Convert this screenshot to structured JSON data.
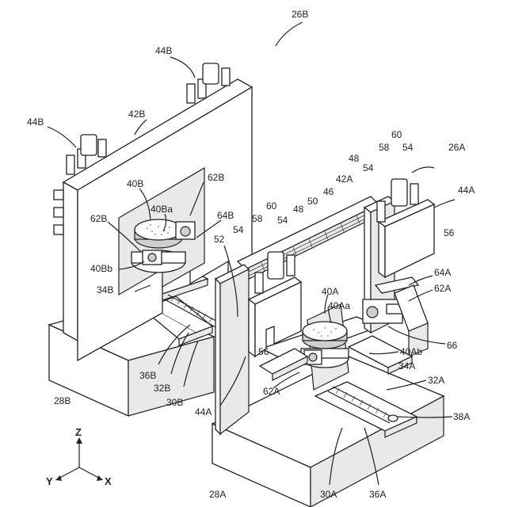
{
  "figure": {
    "labels": {
      "l26B": "26B",
      "l44B_top": "44B",
      "l44B_left": "44B",
      "l42B": "42B",
      "l40B": "40B",
      "l62B_top": "62B",
      "l40Ba": "40Ba",
      "l62B_left": "62B",
      "l64B": "64B",
      "l40Bb": "40Bb",
      "l34B": "34B",
      "l52": "52",
      "l54_a": "54",
      "l58_a": "58",
      "l60_a": "60",
      "l54_b": "54",
      "l48_a": "48",
      "l50": "50",
      "l46": "46",
      "l42A": "42A",
      "l48_b": "48",
      "l54_c": "54",
      "l58_b": "58",
      "l60_b": "60",
      "l54_d": "54",
      "l26A": "26A",
      "l44A_right": "44A",
      "l56_right": "56",
      "l64A": "64A",
      "l62A_right": "62A",
      "l40A": "40A",
      "l40Aa": "40Aa",
      "l66": "66",
      "l40Ab": "40Ab",
      "l34A": "34A",
      "l32A": "32A",
      "l56_left": "56",
      "l62A_bottom": "62A",
      "l38A": "38A",
      "l36B": "36B",
      "l32B": "32B",
      "l30B": "30B",
      "l44A_bottom": "44A",
      "l28B": "28B",
      "l28A": "28A",
      "l30A": "30A",
      "l36A": "36A"
    },
    "axes": {
      "z": "Z",
      "y": "Y",
      "x": "X"
    }
  }
}
